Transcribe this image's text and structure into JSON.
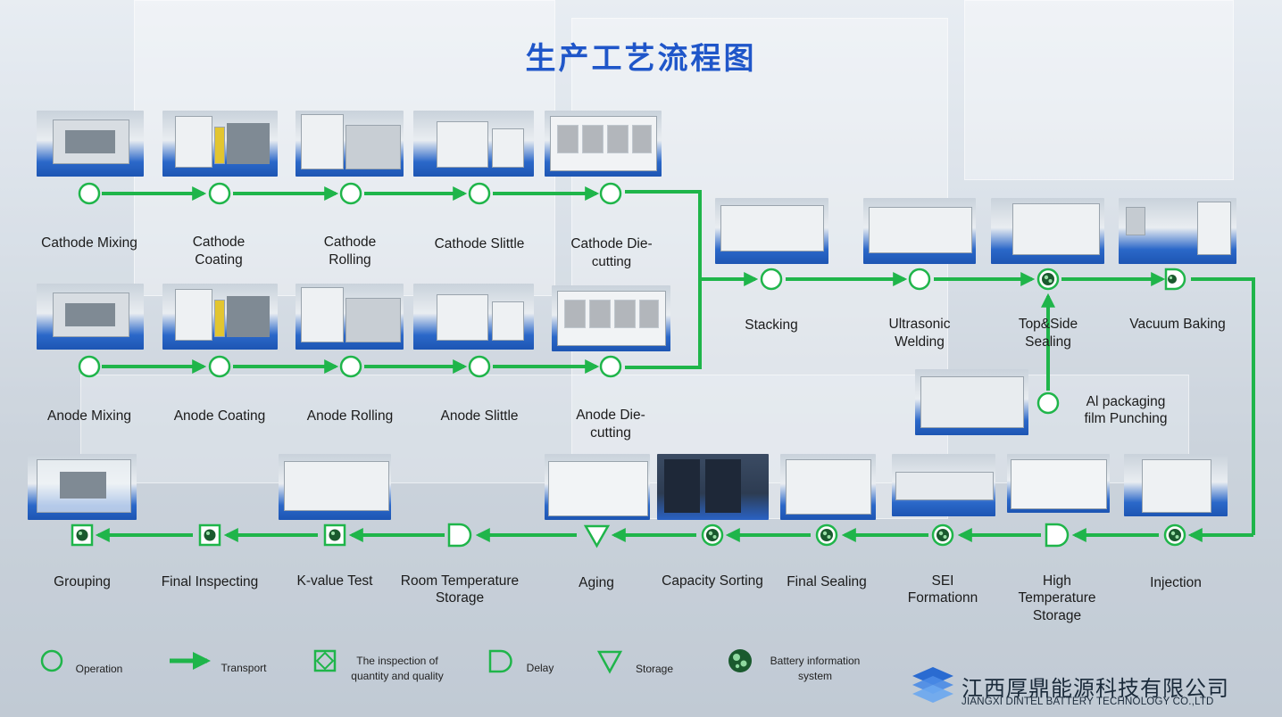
{
  "title": "生产工艺流程图",
  "colors": {
    "flow": "#1fb54a",
    "title": "#1f56c9",
    "node_fill": "#ffffff"
  },
  "steps": {
    "cathode_mixing": "Cathode Mixing",
    "cathode_coating_1": "Cathode",
    "cathode_coating_2": "Coating",
    "cathode_rolling_1": "Cathode",
    "cathode_rolling_2": "Rolling",
    "cathode_slittle": "Cathode Slittle",
    "cathode_diecut_1": "Cathode Die-",
    "cathode_diecut_2": "cutting",
    "anode_mixing": "Anode Mixing",
    "anode_coating": "Anode Coating",
    "anode_rolling": "Anode  Rolling",
    "anode_slittle": "Anode Slittle",
    "anode_diecut_1": "Anode Die-",
    "anode_diecut_2": "cutting",
    "stacking": "Stacking",
    "ultrasonic_1": "Ultrasonic",
    "ultrasonic_2": "Welding",
    "topside_1": "Top&Side",
    "topside_2": "Sealing",
    "vacuum_baking": "Vacuum Baking",
    "al_punch_1": "Al packaging",
    "al_punch_2": "film Punching",
    "injection": "Injection",
    "high_temp_1": "High",
    "high_temp_2": "Temperature",
    "high_temp_3": "Storage",
    "sei_1": "SEI",
    "sei_2": "Formationn",
    "final_sealing": "Final  Sealing",
    "capacity_sorting": "Capacity Sorting",
    "aging": "Aging",
    "room_temp_1": "Room Temperature",
    "room_temp_2": "Storage",
    "k_value": "K-value Test",
    "final_inspecting": "Final Inspecting",
    "grouping": "Grouping"
  },
  "legend": {
    "operation": "Operation",
    "transport": "Transport",
    "inspection_1": "The inspection of",
    "inspection_2": "quantity and quality",
    "delay": "Delay",
    "storage": "Storage",
    "battery_info_1": "Battery information",
    "battery_info_2": "system"
  },
  "company": {
    "cn": "江西厚鼎能源科技有限公司",
    "en": "JIANGXI DINTEL BATTERY TECHNOLOGY CO.,LTD"
  }
}
